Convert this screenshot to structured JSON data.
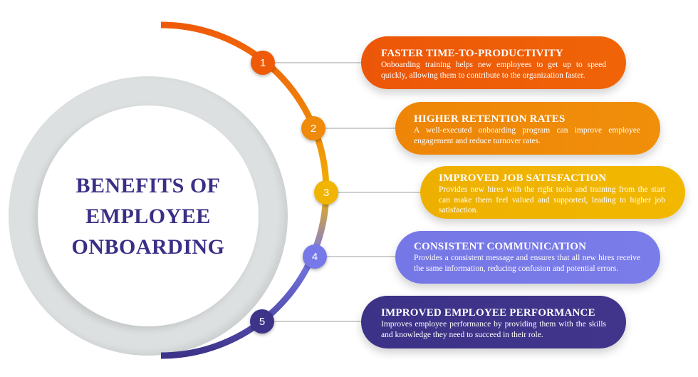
{
  "title": {
    "line1": "BENEFITS OF",
    "line2": "EMPLOYEE",
    "line3": "ONBOARDING",
    "color": "#3a2f86"
  },
  "items": [
    {
      "number": "1",
      "heading": "FASTER TIME-TO-PRODUCTIVITY",
      "text": "Onboarding training helps new employees to get up to speed quickly, allowing them to contribute to the organization faster.",
      "color": "#ef5a09"
    },
    {
      "number": "2",
      "heading": "HIGHER RETENTION RATES",
      "text": "A well-executed onboarding program can improve employee engagement and reduce turnover rates.",
      "color": "#ef8a0a"
    },
    {
      "number": "3",
      "heading": "IMPROVED JOB SATISFACTION",
      "text": "Provides new hires with the right tools and training from the start can make them feel valued and supported, leading to higher job satisfaction.",
      "color": "#f1b400"
    },
    {
      "number": "4",
      "heading": "CONSISTENT COMMUNICATION",
      "text": "Provides a consistent message and ensures that all new hires receive the same information, reducing confusion and potential errors.",
      "color": "#7779e8"
    },
    {
      "number": "5",
      "heading": "IMPROVED EMPLOYEE PERFORMANCE",
      "text": "Improves employee performance by providing them with the skills and knowledge they need to succeed in their role.",
      "color": "#3d3388"
    }
  ]
}
